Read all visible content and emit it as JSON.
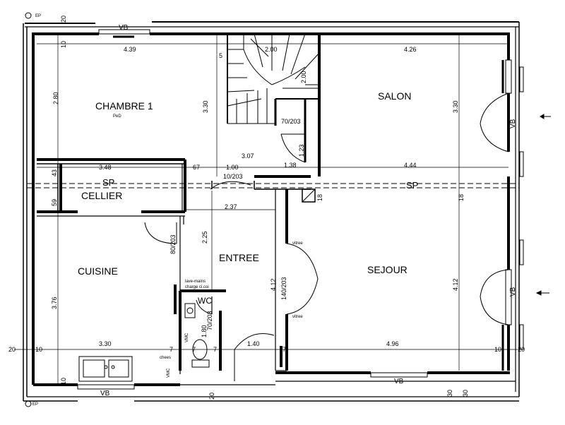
{
  "rooms": {
    "chambre": "CHAMBRE 1",
    "chambre_sub": "PeD",
    "salon": "SALON",
    "cellier": "CELLIER",
    "cuisine": "CUISINE",
    "entree": "ENTREE",
    "sejour": "SEJOUR",
    "wc": "WC"
  },
  "labels": {
    "sp_left": "SP",
    "sp_right": "SP",
    "vb_top": "VB",
    "vb_bottom_left": "VB",
    "vb_bottom_right": "VB",
    "vb_right_top": "VB",
    "vb_right_bottom": "VB",
    "ep_top": "EP",
    "ep_bottom": "EP",
    "vitree_1": "vitree",
    "vitree_2": "vitree",
    "lave_linge": "lave-mains",
    "charge_ci": "charge ci.coi",
    "chauffe": "chees",
    "vmc_1": "VMC",
    "vmc_2": "VMC"
  },
  "dimensions": {
    "d439": "4.39",
    "d200a": "2.00",
    "d200b": "2.00",
    "d426": "4.26",
    "d280": "2.80",
    "d330a": "3.30",
    "d330b": "3.30",
    "d307": "3.07",
    "d348": "3.48",
    "d67": "67",
    "d100": "1.00",
    "d138": "1.38",
    "d444": "4.44",
    "d10203": "10/203",
    "d70203a": "70/203",
    "d70203b": "70/203",
    "d237": "2.37",
    "d80203": "80/203",
    "d225": "2.25",
    "d140203": "140/203",
    "d412a": "4.12",
    "d412b": "4.12",
    "d376": "3.76",
    "d330c": "3.30",
    "d180": "1.80",
    "d140": "1.40",
    "d496": "4.96",
    "d43": "43",
    "d59": "59",
    "d123": "1.23",
    "d18a": "18",
    "d18b": "18",
    "d20tl": "20",
    "d20l": "20",
    "d20r": "20",
    "d20b": "20",
    "d10tl": "10",
    "d10l": "10",
    "d10r": "10",
    "d10bl": "10",
    "d7a": "7",
    "d7b": "7",
    "d7c": "7",
    "d7d": "7",
    "d5": "5",
    "d30a": "30",
    "d30b": "30"
  }
}
